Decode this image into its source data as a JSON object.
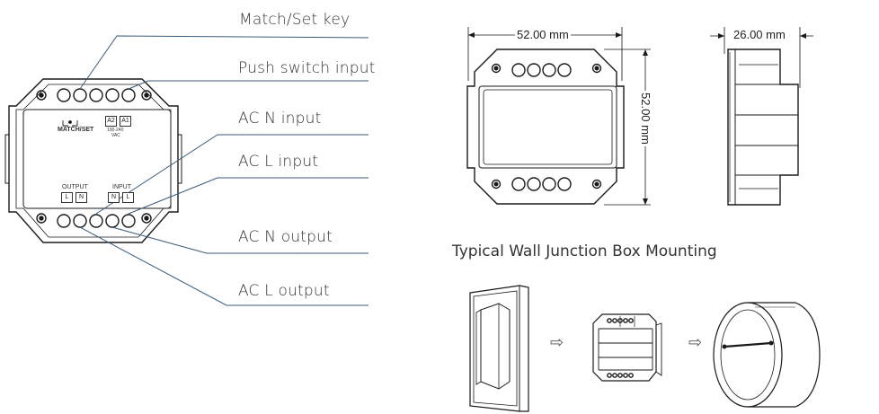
{
  "callouts": {
    "match_set_key": "Match/Set key",
    "push_switch_input": "Push switch input",
    "ac_n_input": "AC N input",
    "ac_l_input": "AC L input",
    "ac_n_output": "AC N output",
    "ac_l_output": "AC L output"
  },
  "device_labels": {
    "match_set": "MATCH/SET",
    "a2": "A2",
    "a1": "A1",
    "voltage_line1": "100-240",
    "voltage_line2": "VAC",
    "output": "OUTPUT",
    "input": "INPUT",
    "out_l": "L",
    "out_n": "N",
    "in_n": "N",
    "in_l": "L"
  },
  "dimensions": {
    "width": "52.00 mm",
    "height": "52.00 mm",
    "depth": "26.00 mm"
  },
  "mounting": {
    "title": "Typical Wall Junction Box Mounting",
    "arrow_glyph": "⇨"
  },
  "colors": {
    "line": "#1a1a1a",
    "leader": "#3a5a7a"
  }
}
